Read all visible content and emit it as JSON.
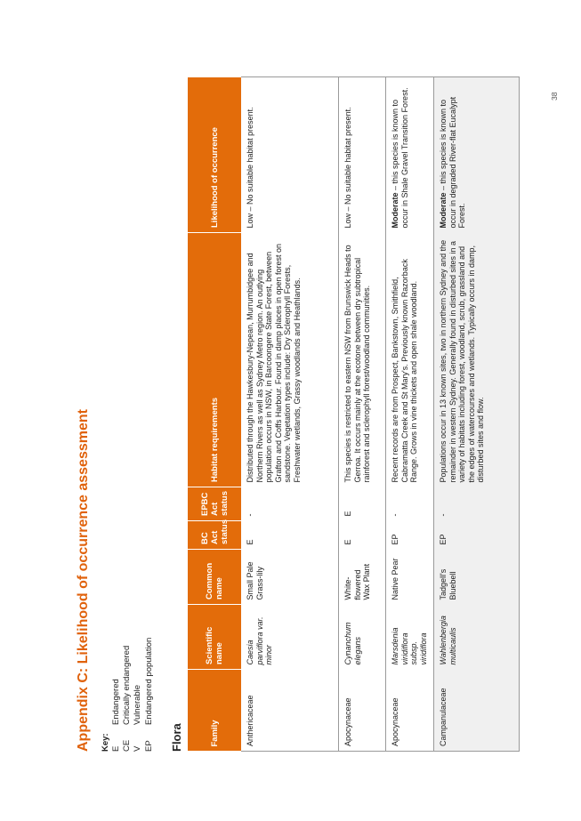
{
  "title": "Appendix C: Likelihood of occurrence assessment",
  "key": {
    "heading": "Key:",
    "items": [
      {
        "code": "E",
        "meaning": "Endangered"
      },
      {
        "code": "CE",
        "meaning": "Critically endangered"
      },
      {
        "code": "V",
        "meaning": "Vulnerable"
      },
      {
        "code": "EP",
        "meaning": "Endangered population"
      }
    ]
  },
  "section": "Flora",
  "table": {
    "headers": [
      "Family",
      "Scientific name",
      "Common name",
      "BC Act status",
      "EPBC Act status",
      "Habitat requirements",
      "Likelihood of occurrence"
    ],
    "rows": [
      {
        "family": "Anthericaceae",
        "scientific": "Caesia parviflora var. minor",
        "common": "Small Pale Grass-lily",
        "bc": "E",
        "epbc": "-",
        "habitat": "Distributed through the Hawkesbury-Nepean, Murrumbidgee and Northern Rivers as well as Sydney Metro region. An outlying population occurs in NSW, in Barcoongere State Forest, between Grafton and Coffs Harbour. Found in damp places in open forest on sandstone. Vegetation types include: Dry Sclerophyll Forests, Freshwater wetlands, Grassy woodlands and Heathlands.",
        "likelihood_bold": "",
        "likelihood": "Low – No suitable habitat present."
      },
      {
        "family": "Apocynaceae",
        "scientific": "Cynanchum elegans",
        "common": "White-flowered Wax Plant",
        "bc": "E",
        "epbc": "E",
        "habitat": "This species is restricted to eastern NSW from Brunswick Heads to Gerroa. It occurs mainly at the ecotone between dry subtropical rainforest and sclerophyll forest/woodland communities.",
        "likelihood_bold": "",
        "likelihood": "Low – No suitable habitat present."
      },
      {
        "family": "Apocynaceae",
        "scientific": "Marsdenia viridiflora subsp. viridiflora",
        "common": "Native Pear",
        "bc": "EP",
        "epbc": "-",
        "habitat": "Recent records are from Prospect, Bankstown, Smithfield, Cabramatta Creek and St Mary's. Previously known Razorback Range. Grows in vine thickets and open shale woodland.",
        "likelihood_bold": "Moderate",
        "likelihood": " – this species is known to occur in Shale Gravel Transition Forest."
      },
      {
        "family": "Campanulaceae",
        "scientific": "Wahlenbergia multicaulis",
        "common": "Tadgell's Bluebell",
        "bc": "EP",
        "epbc": "-",
        "habitat": "Populations occur in 13 known sites, two in northern Sydney and the remainder in western Sydney. Generally found in disturbed sites in a variety of habitats including forest, woodland, scrub, grassland and the edges of watercourses and wetlands. Typically occurs in damp, disturbed sites and flow.",
        "likelihood_bold": "Moderate",
        "likelihood": " – this species is known to occur in degraded River-flat Eucalypt Forest."
      }
    ]
  },
  "page_number": "38"
}
